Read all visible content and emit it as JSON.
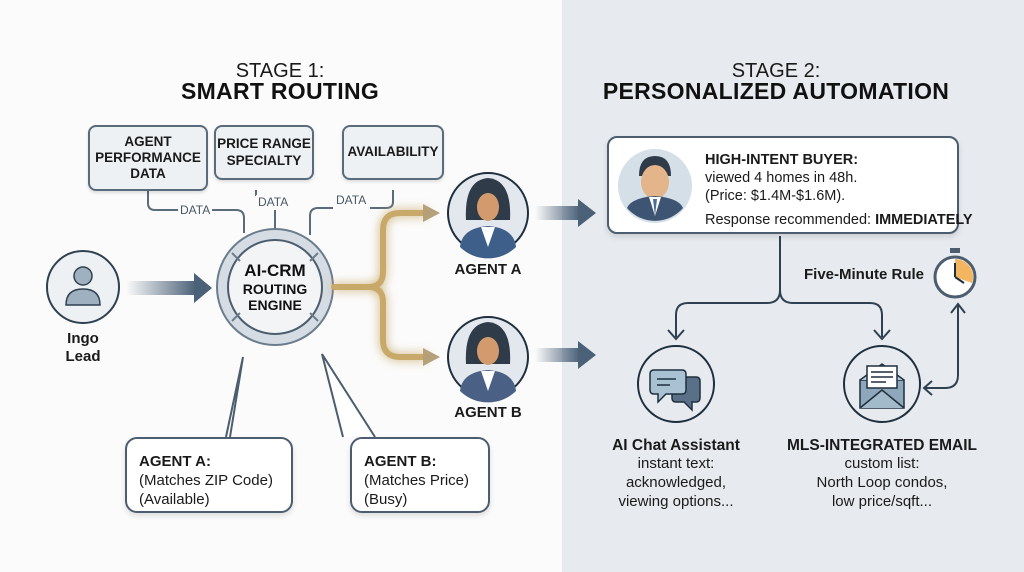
{
  "stage1": {
    "subtitle": "STAGE 1:",
    "title": "SMART ROUTING",
    "sources": [
      {
        "label": "AGENT PERFORMANCE DATA"
      },
      {
        "label": "PRICE RANGE SPECIALTY"
      },
      {
        "label": "AVAILABILITY"
      }
    ],
    "data_label": "DATA",
    "lead": {
      "line1": "Ingo",
      "line2": "Lead",
      "icon": "user-icon"
    },
    "engine": {
      "line1": "AI-CRM",
      "line2": "ROUTING",
      "line3": "ENGINE"
    },
    "agents": [
      {
        "label": "AGENT A",
        "icon": "female-agent-avatar"
      },
      {
        "label": "AGENT B",
        "icon": "female-agent-avatar"
      }
    ],
    "callouts": [
      {
        "title": "AGENT A:",
        "line1": "(Matches ZIP Code)",
        "line2": "(Available)"
      },
      {
        "title": "AGENT B:",
        "line1": "(Matches Price)",
        "line2": "(Busy)"
      }
    ]
  },
  "stage2": {
    "subtitle": "STAGE 2:",
    "title": "PERSONALIZED AUTOMATION",
    "buyer": {
      "title": "HIGH-INTENT BUYER:",
      "line1": "viewed 4 homes in 48h.",
      "line2": "(Price: $1.4M-$1.6M).",
      "line3_prefix": "Response recommended: ",
      "line3_emphasis": "IMMEDIATELY",
      "icon": "male-buyer-avatar"
    },
    "rule": {
      "label": "Five-Minute Rule",
      "icon": "stopwatch-icon"
    },
    "channels": [
      {
        "title": "AI Chat Assistant",
        "line1": "instant text:",
        "line2": "acknowledged,",
        "line3": "viewing options...",
        "icon": "chat-bubbles-icon"
      },
      {
        "title": "MLS-INTEGRATED EMAIL",
        "line1": "custom list:",
        "line2": "North Loop condos,",
        "line3": "low price/sqft...",
        "icon": "envelope-icon"
      }
    ]
  },
  "colors": {
    "left_bg": "#fbfbfb",
    "right_bg": "#e7ebef",
    "stroke": "#4b5d6e",
    "accent_gold": "#c8a96a",
    "agent_suit": "#3d5f8a",
    "clock_orange": "#f4b560"
  }
}
